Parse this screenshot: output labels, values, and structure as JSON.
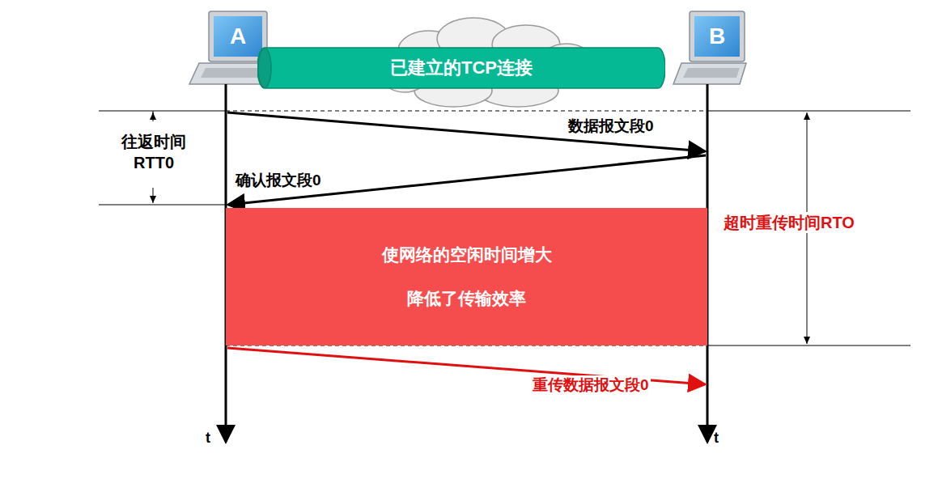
{
  "diagram": {
    "nodes": [
      {
        "text": [
          "A"
        ]
      },
      {
        "text": [
          "已建立的TCP连接"
        ]
      },
      {
        "text": [
          "B"
        ]
      },
      {
        "text": [
          "使网络的空闲时间增大",
          "降低了传输效率"
        ]
      }
    ],
    "labels": [
      "往返时间 RTT0",
      "数据报文段0",
      "确认报文段0",
      "超时重传时间RTO",
      "重传数据报文段0",
      "t",
      "t"
    ]
  }
}
